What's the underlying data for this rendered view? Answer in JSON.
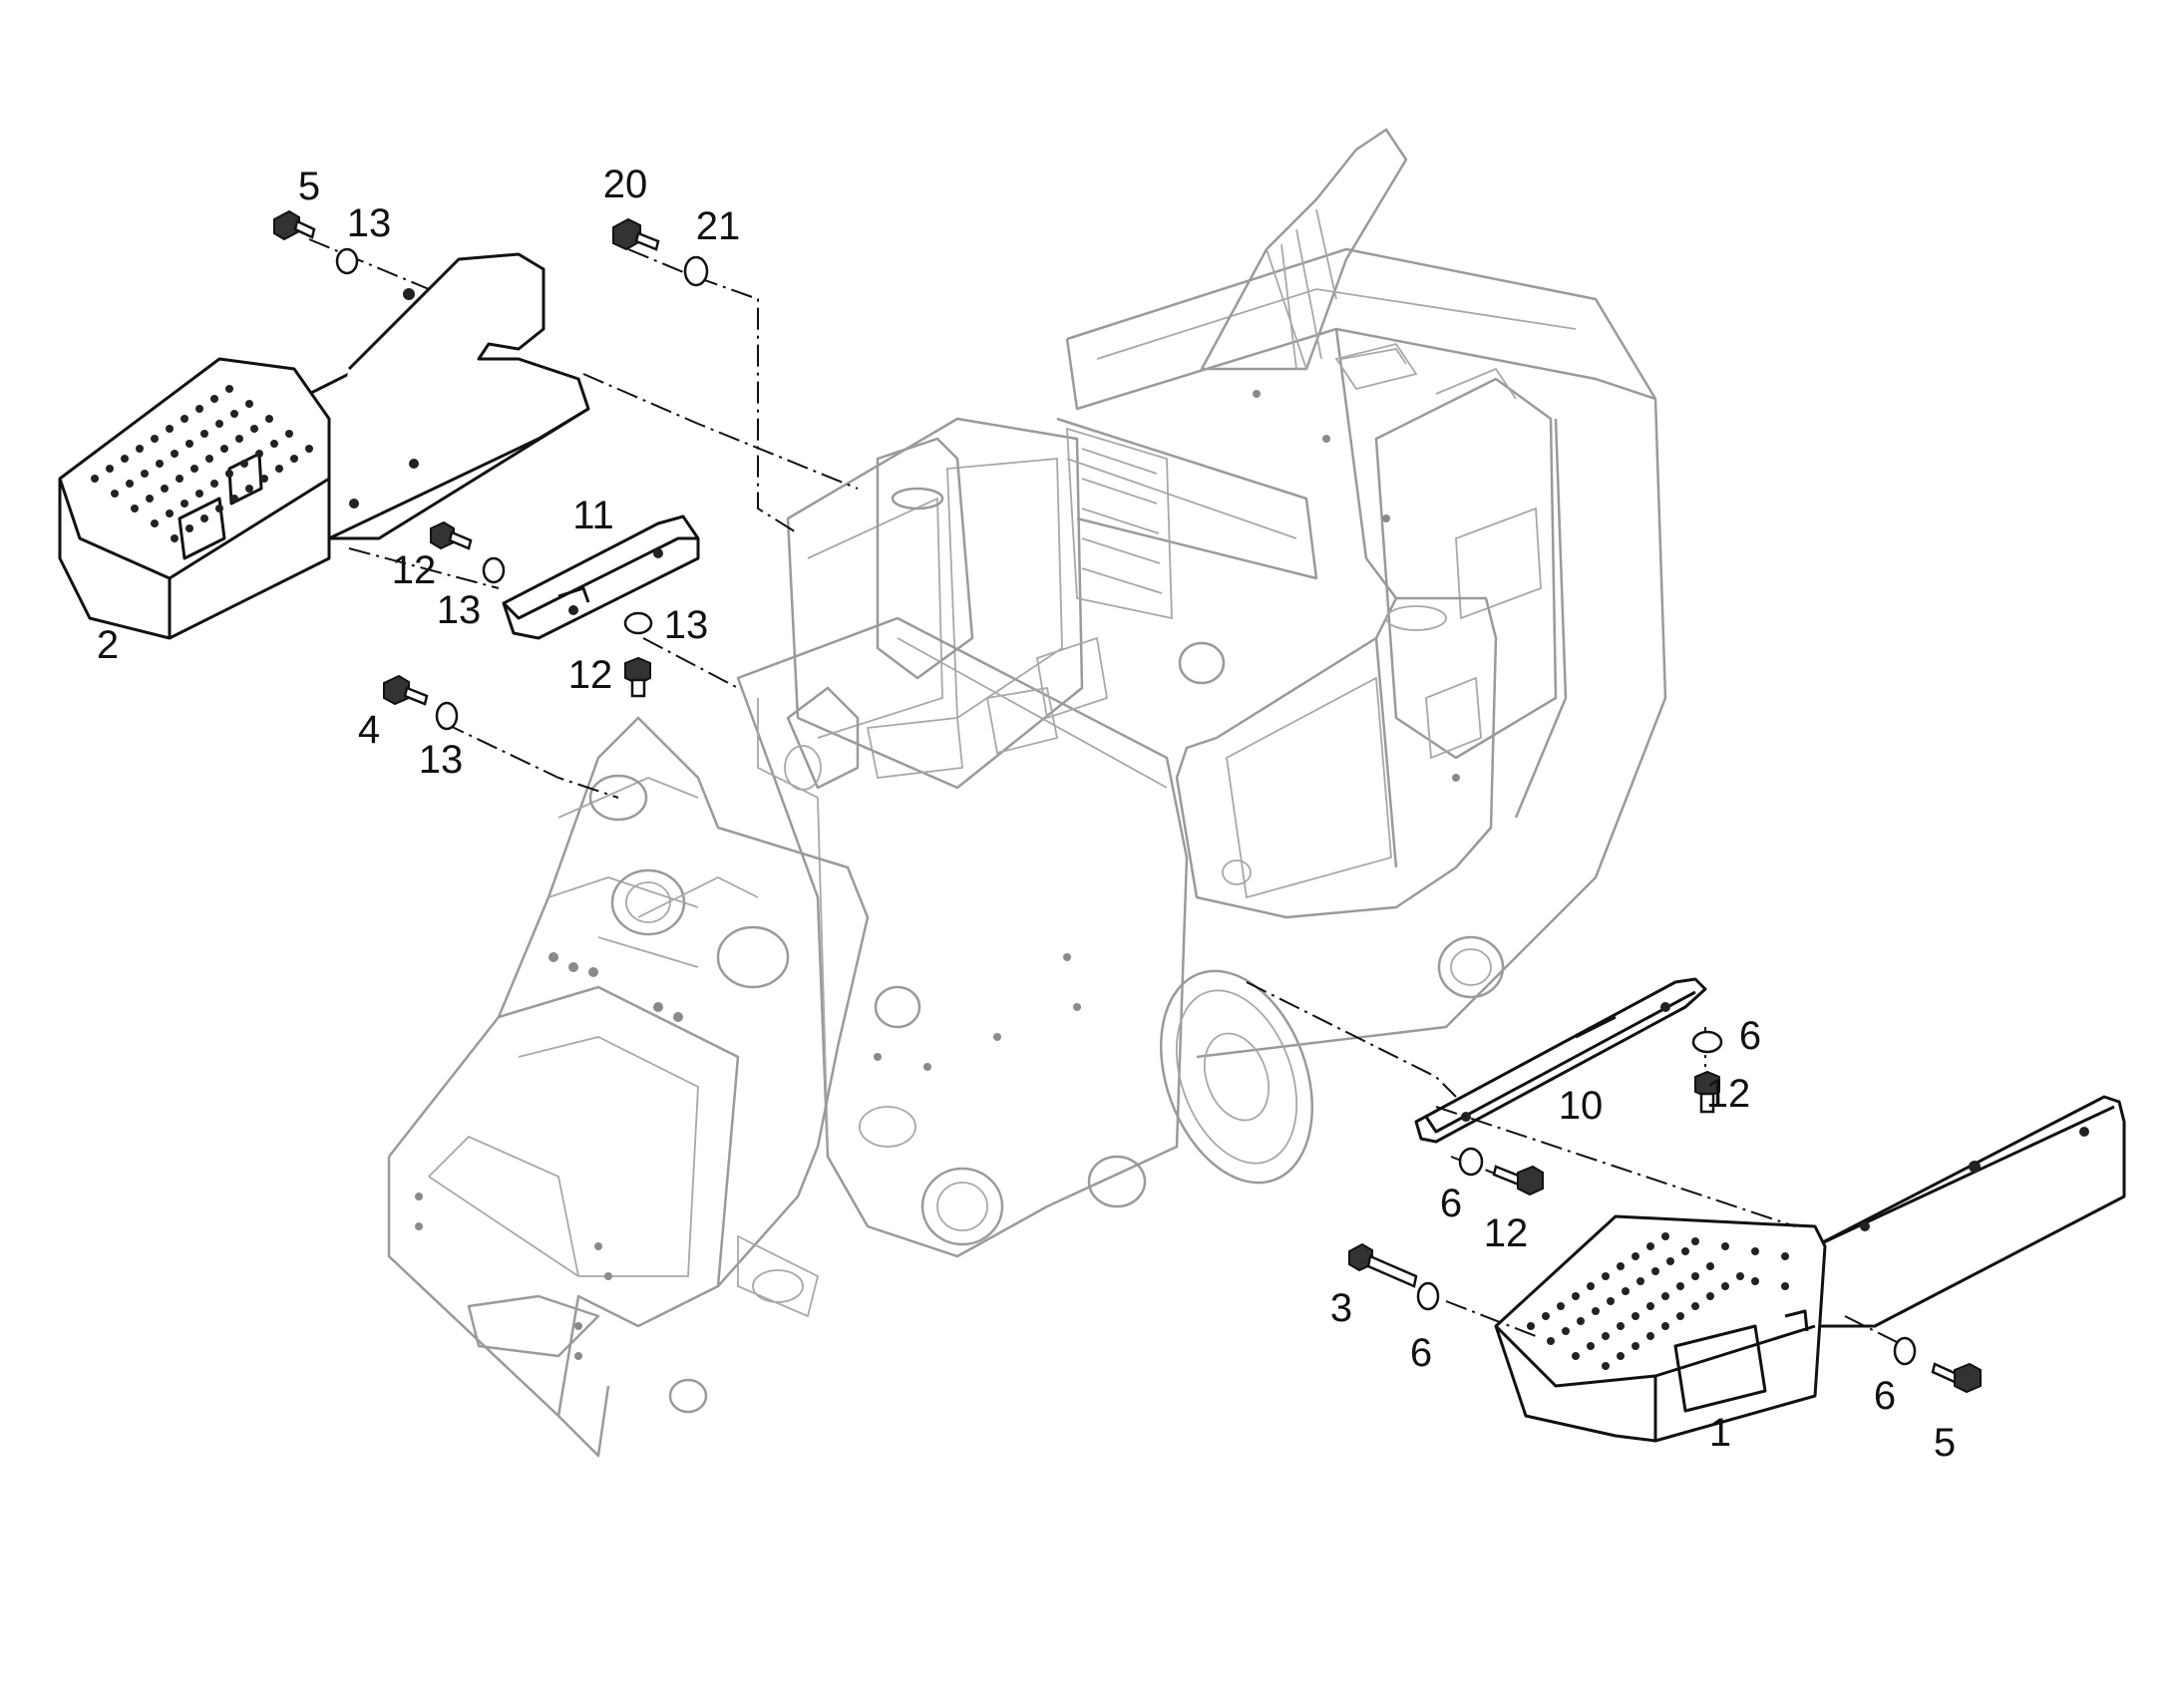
{
  "diagram": {
    "callouts": [
      {
        "id": "c1",
        "label": "1"
      },
      {
        "id": "c2",
        "label": "2"
      },
      {
        "id": "c3",
        "label": "3"
      },
      {
        "id": "c4",
        "label": "4"
      },
      {
        "id": "c5a",
        "label": "5"
      },
      {
        "id": "c5b",
        "label": "5"
      },
      {
        "id": "c6a",
        "label": "6"
      },
      {
        "id": "c6b",
        "label": "6"
      },
      {
        "id": "c6c",
        "label": "6"
      },
      {
        "id": "c6d",
        "label": "6"
      },
      {
        "id": "c10",
        "label": "10"
      },
      {
        "id": "c11",
        "label": "11"
      },
      {
        "id": "c12a",
        "label": "12"
      },
      {
        "id": "c12b",
        "label": "12"
      },
      {
        "id": "c12c",
        "label": "12"
      },
      {
        "id": "c12d",
        "label": "12"
      },
      {
        "id": "c13a",
        "label": "13"
      },
      {
        "id": "c13b",
        "label": "13"
      },
      {
        "id": "c13c",
        "label": "13"
      },
      {
        "id": "c13d",
        "label": "13"
      },
      {
        "id": "c20",
        "label": "20"
      },
      {
        "id": "c21",
        "label": "21"
      }
    ],
    "colors": {
      "background": "#ffffff",
      "machine_outline": "#9a9a9a",
      "parts_outline": "#111111"
    }
  }
}
